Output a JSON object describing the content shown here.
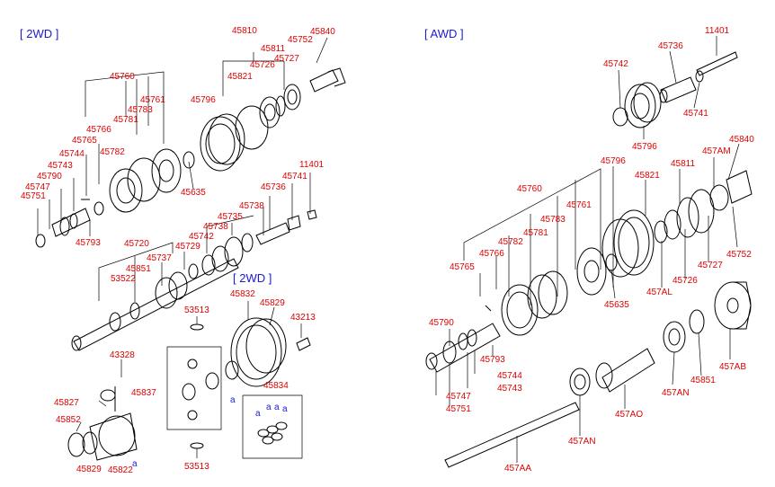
{
  "section_titles": {
    "left_2wd": "[ 2WD ]",
    "diff_2wd": "[ 2WD ]",
    "awd": "[ AWD ]"
  },
  "labels_2wd": {
    "p45810": "45810",
    "p45811": "45811",
    "p45840": "45840",
    "p45752": "45752",
    "p45726": "45726",
    "p45727": "45727",
    "p45821": "45821",
    "p45796": "45796",
    "p45760": "45760",
    "p45761": "45761",
    "p45783": "45783",
    "p45766": "45766",
    "p45781": "45781",
    "p45765": "45765",
    "p45782": "45782",
    "p45744": "45744",
    "p45743": "45743",
    "p45790": "45790",
    "p45747": "45747",
    "p45751": "45751",
    "p45793": "45793",
    "p45635": "45635",
    "p11401": "11401",
    "p45741": "45741",
    "p45736": "45736",
    "p45738a": "45738",
    "p45735": "45735",
    "p45738b": "45738",
    "p45742": "45742",
    "p45720": "45720",
    "p45729": "45729",
    "p45737": "45737",
    "p45851": "45851",
    "p53522": "53522"
  },
  "labels_diff": {
    "p45832": "45832",
    "p45829a": "45829",
    "p43213": "43213",
    "p53513a": "53513",
    "p43328": "43328",
    "p45837": "45837",
    "p45834": "45834",
    "p45827": "45827",
    "p45852": "45852",
    "p45829b": "45829",
    "p45822": "45822",
    "p53513b": "53513"
  },
  "labels_awd": {
    "p11401": "11401",
    "p45736": "45736",
    "p45742": "45742",
    "p45741": "45741",
    "p45796a": "45796",
    "p457AM": "457AM",
    "p45840": "45840",
    "p45796b": "45796",
    "p45821": "45821",
    "p45811": "45811",
    "p45760": "45760",
    "p45761": "45761",
    "p45783": "45783",
    "p45781": "45781",
    "p45782": "45782",
    "p45766": "45766",
    "p45765": "45765",
    "p45635": "45635",
    "p457AL": "457AL",
    "p45726": "45726",
    "p45727": "45727",
    "p45752": "45752",
    "p45790": "45790",
    "p45793": "45793",
    "p45744": "45744",
    "p45743": "45743",
    "p45747": "45747",
    "p45751": "45751",
    "p457AA": "457AA",
    "p457AN1": "457AN",
    "p457AO": "457AO",
    "p457AN2": "457AN",
    "p45851": "45851",
    "p457AB": "457AB"
  },
  "marks": {
    "a": "a"
  }
}
